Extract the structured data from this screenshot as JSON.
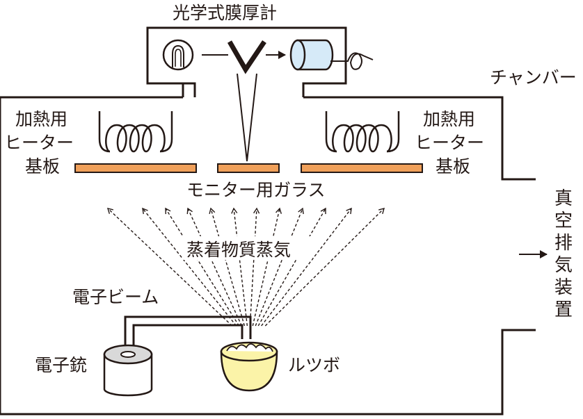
{
  "labels": {
    "thickness_meter": "光学式膜厚計",
    "chamber": "チャンバー",
    "heater": [
      "加熱用",
      "ヒーター",
      "基板"
    ],
    "monitor_glass": "モニター用ガラス",
    "vapor": "蒸着物質蒸気",
    "exhaust": [
      "真",
      "空",
      "排",
      "気",
      "装",
      "置"
    ],
    "electron_beam": "電子ビーム",
    "electron_gun": "電子銃",
    "crucible": "ルツボ"
  },
  "colors": {
    "line": "#231815",
    "substrate": "#f0a05a",
    "detector": "#d6eaf8",
    "crucible": "#fbf3a8",
    "gun_top": "#d9d9d9"
  },
  "icons": {
    "source": "light-source-icon",
    "mirror": "v-mirror-icon",
    "detector": "detector-icon",
    "arrow": "arrow-right-icon"
  }
}
